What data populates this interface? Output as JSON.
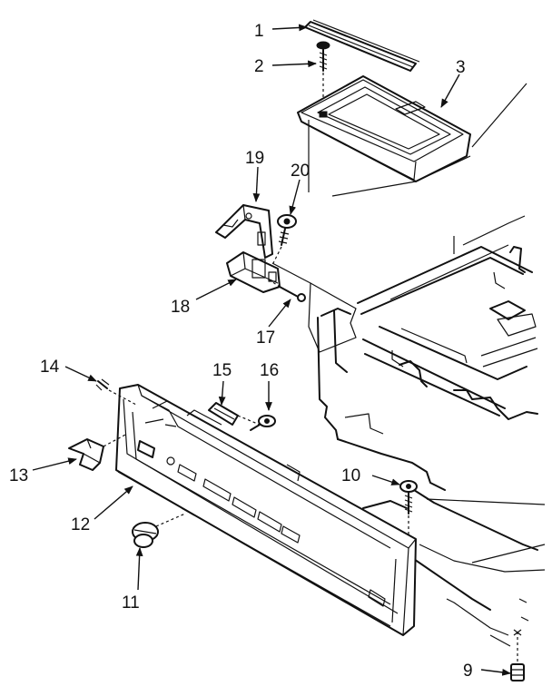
{
  "callouts": [
    {
      "id": "c1",
      "label": "1"
    },
    {
      "id": "c2",
      "label": "2"
    },
    {
      "id": "c3",
      "label": "3"
    },
    {
      "id": "c9",
      "label": "9"
    },
    {
      "id": "c10",
      "label": "10"
    },
    {
      "id": "c11",
      "label": "11"
    },
    {
      "id": "c12",
      "label": "12"
    },
    {
      "id": "c13",
      "label": "13"
    },
    {
      "id": "c14",
      "label": "14"
    },
    {
      "id": "c15",
      "label": "15"
    },
    {
      "id": "c16",
      "label": "16"
    },
    {
      "id": "c17",
      "label": "17"
    },
    {
      "id": "c18",
      "label": "18"
    },
    {
      "id": "c19",
      "label": "19"
    },
    {
      "id": "c20",
      "label": "20"
    }
  ]
}
